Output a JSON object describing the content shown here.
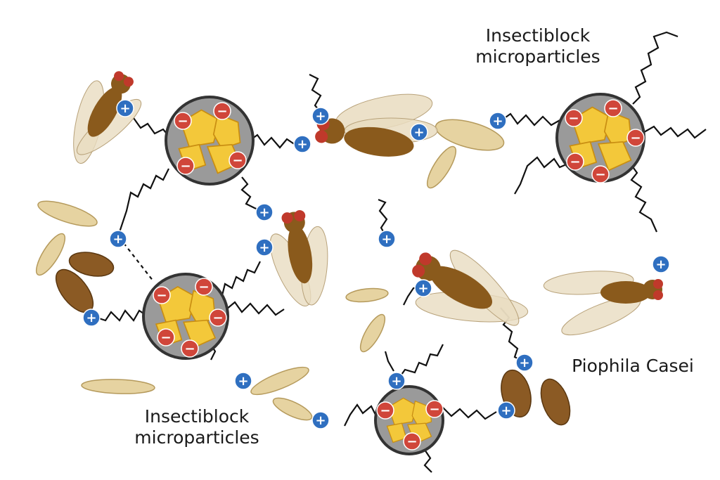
{
  "labels": {
    "top": {
      "line1": "Insectiblock",
      "line2": "microparticles"
    },
    "bottom": {
      "line1": "Insectiblock",
      "line2": "microparticles"
    },
    "species": "Piophila Casei"
  },
  "charges": {
    "positive": "+",
    "negative": "−"
  },
  "colors": {
    "particle_fill": "#9a9a9a",
    "particle_stroke": "#333333",
    "crystal": "#f3c83a",
    "crystal_edge": "#c98e12",
    "positive": "#2f6fc0",
    "negative": "#d0463a",
    "chain": "#111111",
    "fly_body": "#8a5a1c",
    "fly_wing": "#e9dcc0",
    "fly_eye": "#c0392b",
    "larva": "#e6d3a1",
    "pupa": "#8b5a24"
  }
}
